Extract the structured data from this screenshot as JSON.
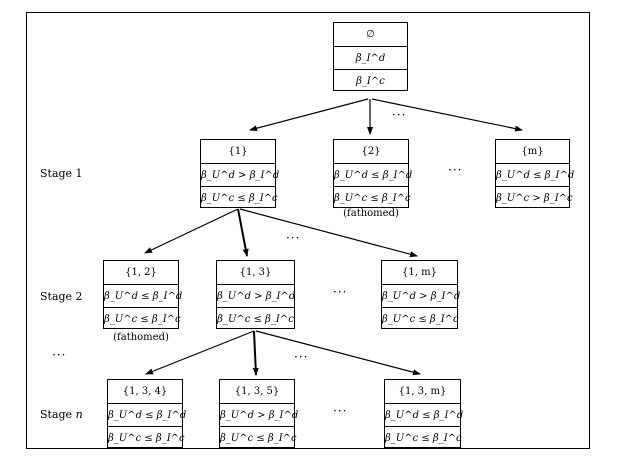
{
  "nodes": {
    "root": {
      "label": "∅",
      "row1": "β_I^d",
      "row2": "β_I^c"
    },
    "n1": {
      "label": "{1}",
      "row1": "β_U^d > β_I^d",
      "row2": "β_U^c ≤ β_I^c"
    },
    "n2": {
      "label": "{2}",
      "row1": "β_U^d ≤ β_I^d",
      "row2": "β_U^c ≤ β_I^c",
      "note": "(fathomed)"
    },
    "nm": {
      "label": "{m}",
      "row1": "β_U^d ≤ β_I^d",
      "row2": "β_U^c > β_I^c"
    },
    "n12": {
      "label": "{1, 2}",
      "row1": "β_U^d ≤ β_I^d",
      "row2": "β_U^c ≤ β_I^c",
      "note": "(fathomed)"
    },
    "n13": {
      "label": "{1, 3}",
      "row1": "β_U^d > β_I^d",
      "row2": "β_U^c ≤ β_I^c"
    },
    "n1m": {
      "label": "{1, m}",
      "row1": "β_U^d > β_I^d",
      "row2": "β_U^c ≤ β_I^c"
    },
    "n134": {
      "label": "{1, 3, 4}",
      "row1": "β_U^d ≤ β_I^d",
      "row2": "β_U^c ≤ β_I^c"
    },
    "n135": {
      "label": "{1, 3, 5}",
      "row1": "β_U^d > β_I^d",
      "row2": "β_U^c ≤ β_I^c"
    },
    "n13m": {
      "label": "{1, 3, m}",
      "row1": "β_U^d ≤ β_I^d",
      "row2": "β_U^c ≤ β_I^c"
    }
  },
  "stages": {
    "s1": "Stage 1",
    "s2": "Stage 2",
    "sn_prefix": "Stage",
    "sn_var": "n"
  },
  "ellipsis": "···",
  "vertical_ellipsis": "···"
}
